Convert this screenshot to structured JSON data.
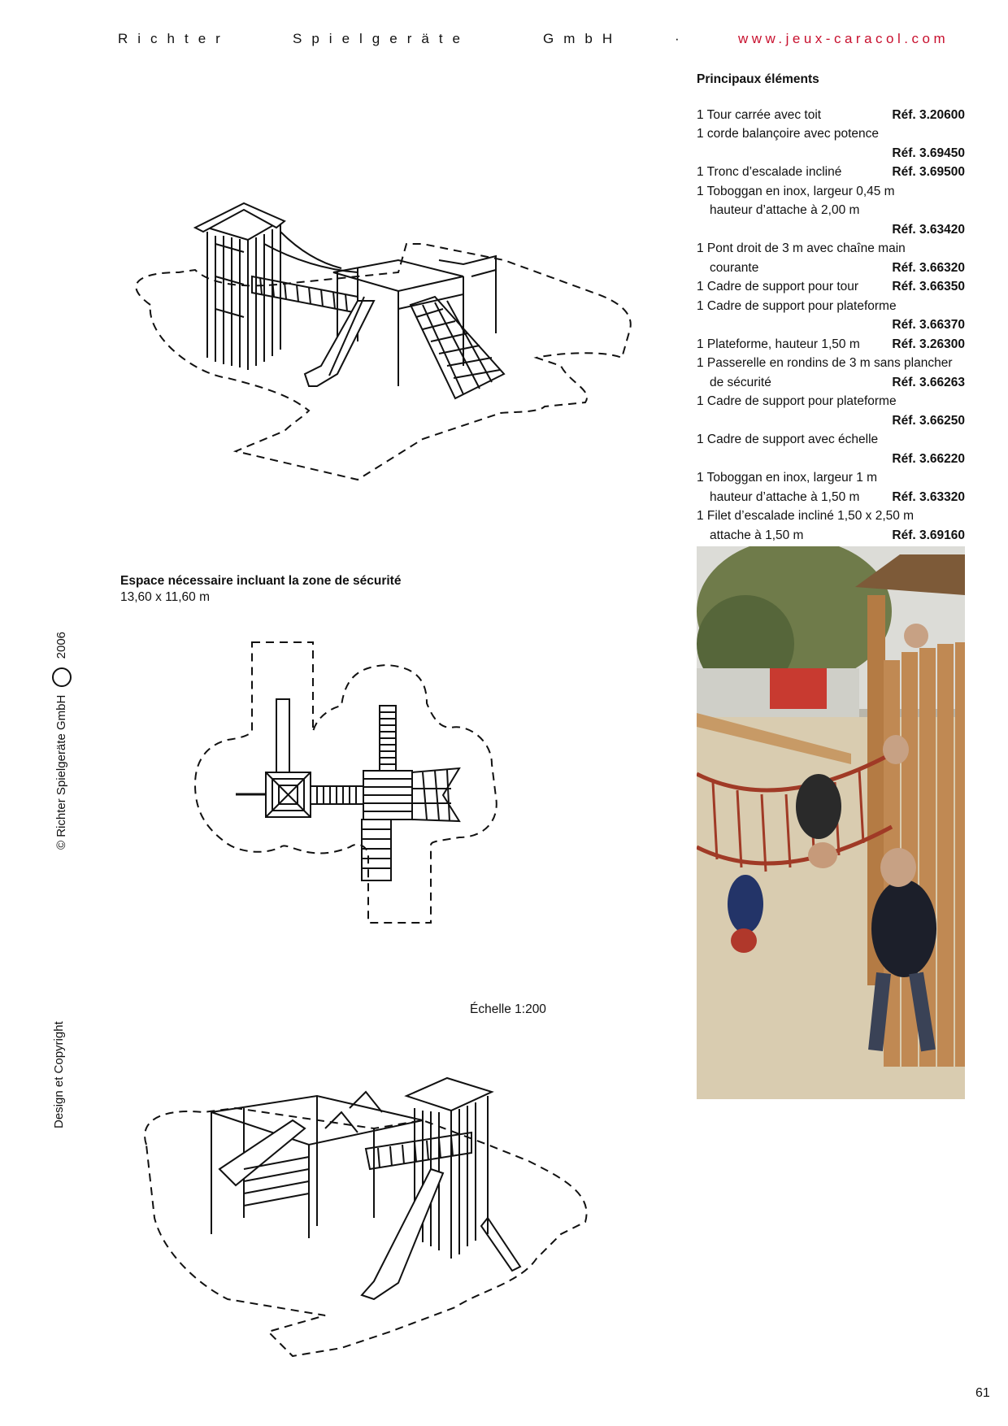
{
  "header": {
    "company_a": "Richter",
    "company_b": "Spielgeräte",
    "company_c": "GmbH",
    "separator": "·",
    "url": "www.jeux-caracol.com"
  },
  "elements": {
    "title": "Principaux éléments",
    "items": [
      {
        "lines": [
          "1 Tour carrée avec toit"
        ],
        "ref": "Réf. 3.20600",
        "ref_own_line": false
      },
      {
        "lines": [
          "1 corde balançoire avec potence"
        ],
        "ref": "Réf. 3.69450",
        "ref_own_line": true
      },
      {
        "lines": [
          "1 Tronc d’escalade incliné"
        ],
        "ref": "Réf. 3.69500",
        "ref_own_line": false
      },
      {
        "lines": [
          "1 Toboggan en inox, largeur 0,45 m",
          "hauteur d’attache à 2,00 m"
        ],
        "ref": "Réf. 3.63420",
        "ref_own_line": true
      },
      {
        "lines": [
          "1 Pont droit de 3 m avec chaîne main",
          "courante"
        ],
        "ref": "Réf. 3.66320",
        "ref_own_line": false
      },
      {
        "lines": [
          "1 Cadre de support pour tour"
        ],
        "ref": "Réf. 3.66350",
        "ref_own_line": false
      },
      {
        "lines": [
          "1 Cadre de support pour plateforme"
        ],
        "ref": "Réf. 3.66370",
        "ref_own_line": true
      },
      {
        "lines": [
          "1 Plateforme, hauteur 1,50 m"
        ],
        "ref": "Réf. 3.26300",
        "ref_own_line": false
      },
      {
        "lines": [
          "1 Passerelle en rondins de 3 m sans plancher",
          "de sécurité"
        ],
        "ref": "Réf. 3.66263",
        "ref_own_line": false
      },
      {
        "lines": [
          "1 Cadre de support pour plateforme"
        ],
        "ref": "Réf. 3.66250",
        "ref_own_line": true
      },
      {
        "lines": [
          "1 Cadre de support avec échelle"
        ],
        "ref": "Réf. 3.66220",
        "ref_own_line": true
      },
      {
        "lines": [
          "1 Toboggan en inox, largeur 1 m",
          "hauteur d’attache à 1,50 m"
        ],
        "ref": "Réf. 3.63320",
        "ref_own_line": false
      },
      {
        "lines": [
          "1 Filet d’escalade incliné 1,50 x 2,50 m",
          "attache  à 1,50 m"
        ],
        "ref": "Réf. 3.69160",
        "ref_own_line": false
      }
    ]
  },
  "space": {
    "title": "Espace nécessaire incluant la zone de sécurité",
    "dims": "13,60 x 11,60 m"
  },
  "scale": "Échelle 1:200",
  "side": {
    "copyright": "© Richter Spielgeräte GmbH",
    "year": "2006",
    "design": "Design et Copyright"
  },
  "page_number": "61"
}
